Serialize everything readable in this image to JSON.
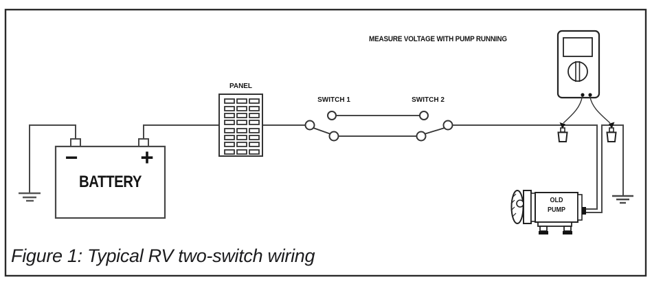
{
  "figure": {
    "caption": "Figure 1: Typical RV two-switch wiring"
  },
  "annotation": "MEASURE VOLTAGE WITH PUMP RUNNING",
  "battery": {
    "label": "BATTERY",
    "negative_symbol": "−",
    "positive_symbol": "+"
  },
  "panel": {
    "label": "PANEL"
  },
  "switches": {
    "switch1_label": "SWITCH 1",
    "switch2_label": "SWITCH 2"
  },
  "pump": {
    "label_line1": "OLD",
    "label_line2": "PUMP"
  },
  "icons": {
    "multimeter": "multimeter-icon",
    "ground_left": "ground-icon",
    "ground_right": "ground-icon",
    "probe_left": "test-probe-icon",
    "probe_right": "test-probe-icon"
  },
  "colors": {
    "wire": "#474747",
    "ink": "#141414",
    "caption_text": "#1c1c1e",
    "background": "#ffffff",
    "frame": "#2a2a2a"
  }
}
